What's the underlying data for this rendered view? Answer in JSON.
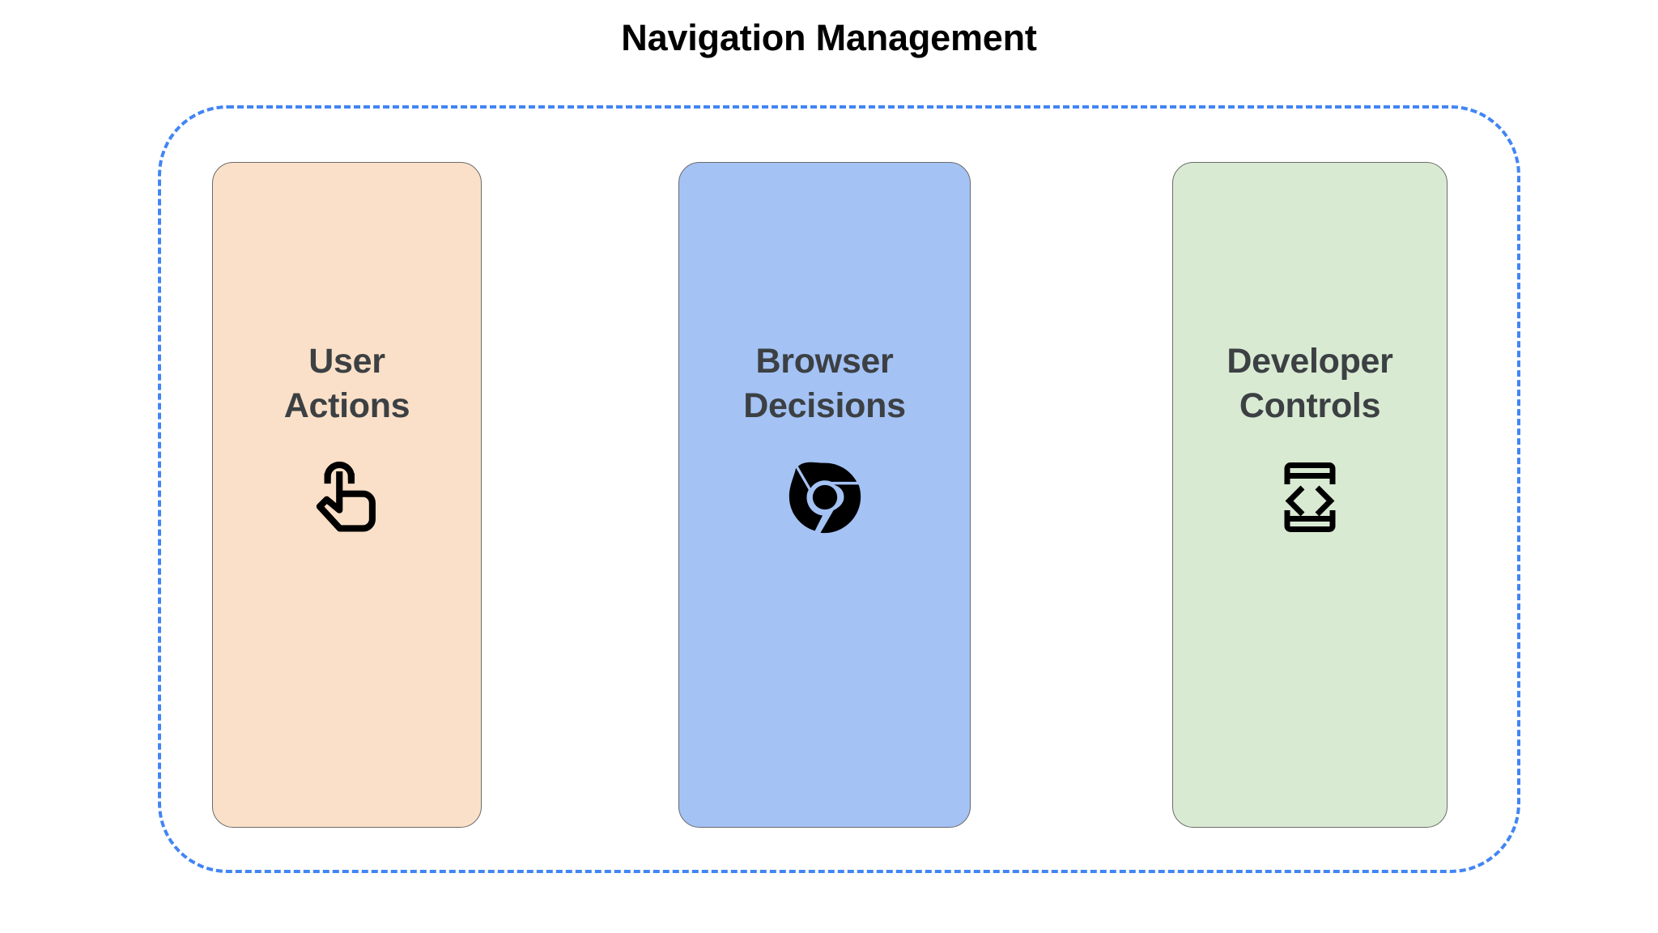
{
  "page": {
    "title": "Navigation Management",
    "background_color": "#ffffff",
    "title_color": "#000000"
  },
  "group_frame": {
    "border_style": "dashed",
    "border_color": "#4285f4",
    "label_color": "#4285f4"
  },
  "cards": [
    {
      "id": "user-actions",
      "label": "User\nActions",
      "label_line1": "User",
      "label_line2": "Actions",
      "background_color": "#fae0c8",
      "border_color": "#6b6b6b",
      "text_color": "#3c4043",
      "icon": "touch-app-icon",
      "icon_color": "#000000"
    },
    {
      "id": "browser-decisions",
      "label": "Browser\nDecisions",
      "label_line1": "Browser",
      "label_line2": "Decisions",
      "background_color": "#a4c2f4",
      "border_color": "#6b6b6b",
      "text_color": "#3c4043",
      "icon": "chrome-logo-icon",
      "icon_color": "#000000"
    },
    {
      "id": "developer-controls",
      "label": "Developer\nControls",
      "label_line1": "Developer",
      "label_line2": "Controls",
      "background_color": "#d9ead3",
      "border_color": "#6b6b6b",
      "text_color": "#3c4043",
      "icon": "developer-mode-icon",
      "icon_color": "#000000"
    }
  ]
}
